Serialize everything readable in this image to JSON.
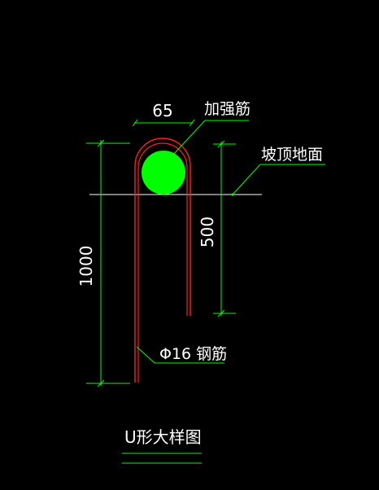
{
  "drawing": {
    "background": "#000000",
    "colors": {
      "dimension": "#00ff00",
      "rebar": "#ff0000",
      "reinforcement_bar": "#00ff00",
      "ground_line": "#ffffff",
      "leader": "#00ff00",
      "text": "#ffffff"
    },
    "labels": {
      "top_dim": "65",
      "reinforcement": "加强筋",
      "slope_top": "坡顶地面",
      "dim_500": "500",
      "dim_1000": "1000",
      "rebar_spec": "Φ16 钢筋",
      "title": "U形大样图"
    }
  }
}
